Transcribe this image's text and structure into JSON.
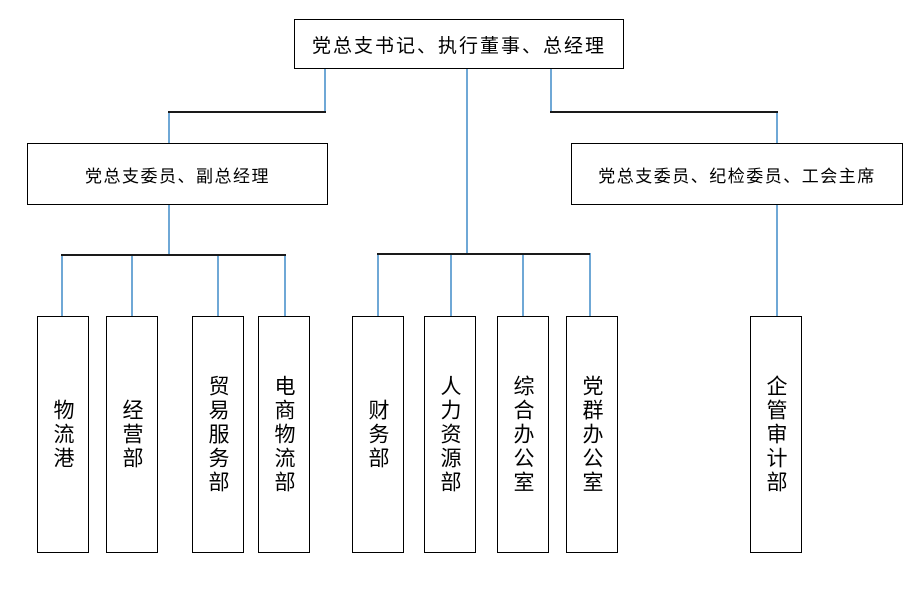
{
  "chart": {
    "type": "org-chart",
    "title": "",
    "orientation": "top-down",
    "colors": {
      "box_border": "#000000",
      "connector_vertical": "#6fa8d6",
      "connector_horizontal": "#1a1a1a",
      "background": "#ffffff",
      "text": "#000000"
    },
    "levels": {
      "top": {
        "nodes": [
          {
            "id": "n0",
            "label": "党总支书记、执行董事、总经理"
          }
        ]
      },
      "middle": {
        "nodes": [
          {
            "id": "n1",
            "label": "党总支委员、副总经理"
          },
          {
            "id": "n2",
            "label": "党总支委员、纪检委员、工会主席"
          }
        ]
      },
      "departments": {
        "group_left": {
          "parent": "n1",
          "nodes": [
            {
              "id": "d1",
              "label": "物流港"
            },
            {
              "id": "d2",
              "label": "经营部"
            },
            {
              "id": "d3",
              "label": "贸易服务部"
            },
            {
              "id": "d4",
              "label": "电商物流部"
            }
          ]
        },
        "group_center": {
          "parent": "n0",
          "nodes": [
            {
              "id": "d5",
              "label": "财务部"
            },
            {
              "id": "d6",
              "label": "人力资源部"
            },
            {
              "id": "d7",
              "label": "综合办公室"
            },
            {
              "id": "d8",
              "label": "党群办公室"
            }
          ]
        },
        "group_right": {
          "parent": "n2",
          "nodes": [
            {
              "id": "d9",
              "label": "企管审计部"
            }
          ]
        }
      }
    },
    "edges": [
      {
        "from": "n0",
        "to": "n1"
      },
      {
        "from": "n0",
        "to": "n2"
      },
      {
        "from": "n0",
        "to": "group_center"
      },
      {
        "from": "n1",
        "to": "group_left"
      },
      {
        "from": "n2",
        "to": "d9"
      }
    ]
  }
}
